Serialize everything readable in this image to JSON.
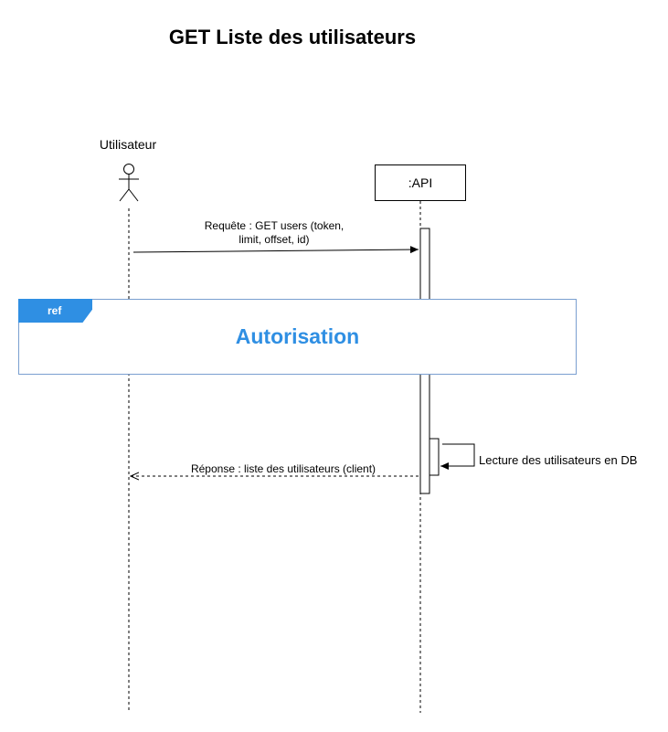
{
  "diagram": {
    "title": "GET Liste des utilisateurs",
    "participants": [
      {
        "type": "actor",
        "label": "Utilisateur",
        "icon": "stick-figure-icon"
      },
      {
        "type": "object",
        "label": ":API"
      }
    ],
    "messages": {
      "request": {
        "from": "Utilisateur",
        "to": ":API",
        "line1": "Requête : GET users (token,",
        "line2": "limit, offset, id)",
        "style": "solid"
      },
      "self_call": {
        "on": ":API",
        "label": "Lecture des utilisateurs en DB",
        "style": "solid"
      },
      "response": {
        "from": ":API",
        "to": "Utilisateur",
        "label": "Réponse : liste des utilisateurs (client)",
        "style": "dashed"
      }
    },
    "ref": {
      "tag": "ref",
      "title": "Autorisation"
    },
    "colors": {
      "ref_accent": "#2f8fe3",
      "ref_border": "#7a9fd0",
      "line": "#000000"
    }
  }
}
